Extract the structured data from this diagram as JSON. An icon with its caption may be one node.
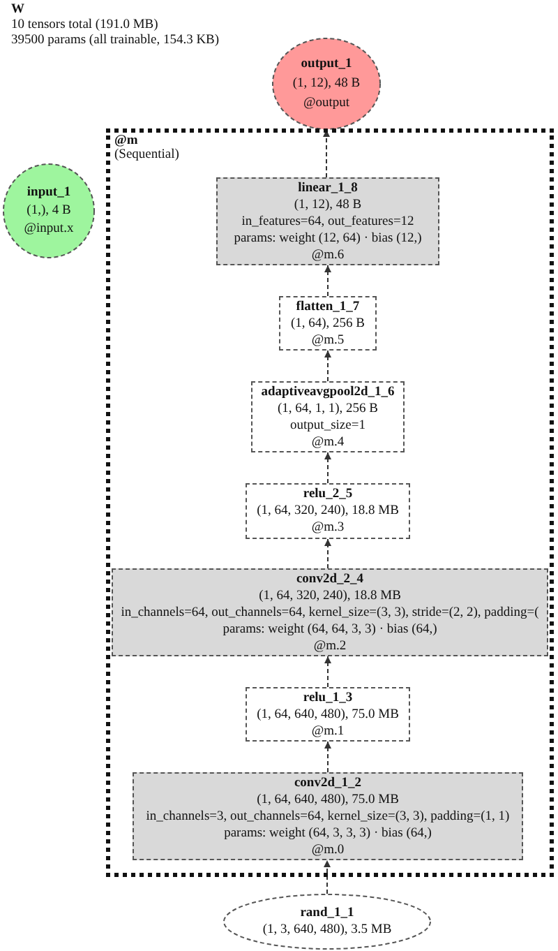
{
  "diagram": {
    "title": "W",
    "nodes": [
      {
        "text": [
          "output_1",
          "(1, 12), 48 B",
          "@output"
        ]
      },
      {
        "text": [
          "input_1",
          "(1,), 4 B",
          "@input.x"
        ]
      },
      {
        "text": [
          "@m",
          "(Sequential)"
        ]
      },
      {
        "text": [
          "linear_1_8",
          "(1, 12), 48 B",
          "in_features=64, out_features=12",
          "params: weight (12, 64) · bias (12,)",
          "@m.6"
        ],
        "in": 2
      },
      {
        "text": [
          "flatten_1_7",
          "(1, 64), 256 B",
          "@m.5"
        ],
        "in": 2
      },
      {
        "text": [
          "adaptiveavgpool2d_1_6",
          "(1, 64, 1, 1), 256 B",
          "output_size=1",
          "@m.4"
        ],
        "in": 2
      },
      {
        "text": [
          "relu_2_5",
          "(1, 64, 320, 240), 18.8 MB",
          "@m.3"
        ],
        "in": 2
      },
      {
        "text": [
          "conv2d_2_4",
          "(1, 64, 320, 240), 18.8 MB",
          "in_channels=64, out_channels=64, kernel_size=(3, 3), stride=(2, 2), padding=(",
          "params: weight (64, 64, 3, 3) · bias (64,)",
          "@m.2"
        ],
        "in": 2
      },
      {
        "text": [
          "relu_1_3",
          "(1, 64, 640, 480), 75.0 MB",
          "@m.1"
        ],
        "in": 2
      },
      {
        "text": [
          "conv2d_1_2",
          "(1, 64, 640, 480), 75.0 MB",
          "in_channels=3, out_channels=64, kernel_size=(3, 3), padding=(1, 1)",
          "params: weight (64, 3, 3, 3) · bias (64,)",
          "@m.0"
        ],
        "in": 2
      },
      {
        "text": [
          "rand_1_1",
          "(1, 3, 640, 480), 3.5 MB"
        ]
      }
    ],
    "edges": [
      {
        "from": 10,
        "to": 9,
        "arrow": "to",
        "style": "dashed"
      },
      {
        "from": 9,
        "to": 8,
        "arrow": "to",
        "style": "dashed"
      },
      {
        "from": 8,
        "to": 7,
        "arrow": "to",
        "style": "dashed"
      },
      {
        "from": 7,
        "to": 6,
        "arrow": "to",
        "style": "dashed"
      },
      {
        "from": 6,
        "to": 5,
        "arrow": "to",
        "style": "dashed"
      },
      {
        "from": 5,
        "to": 4,
        "arrow": "to",
        "style": "dashed"
      },
      {
        "from": 4,
        "to": 3,
        "arrow": "to",
        "style": "dashed"
      },
      {
        "from": 3,
        "to": 0,
        "arrow": "to",
        "style": "dashed"
      }
    ],
    "labels": [
      "10 tensors total (191.0 MB)",
      "39500 params (all trainable, 154.3 KB)"
    ]
  }
}
